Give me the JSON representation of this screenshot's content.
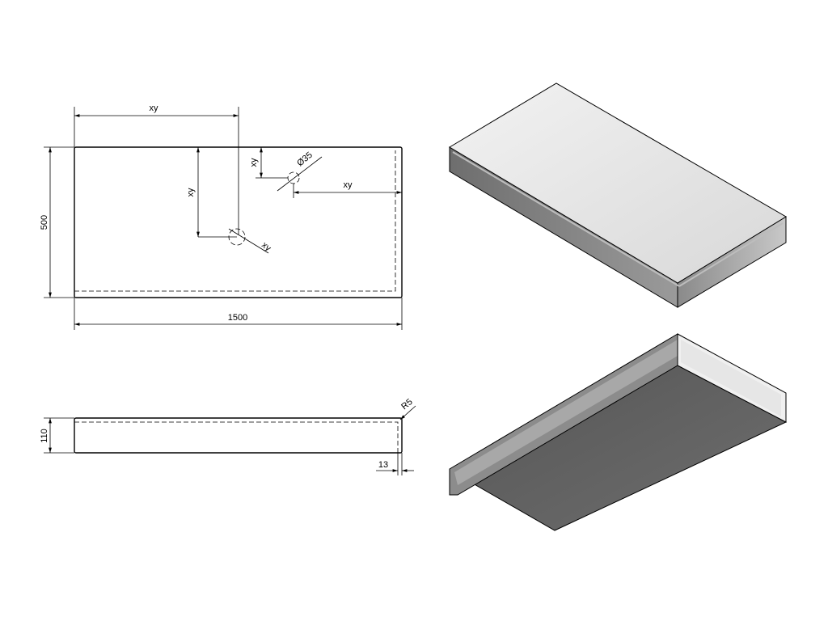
{
  "drawing": {
    "labels": {
      "hole_x_from_left": "xy",
      "hole_y_from_top": "xy",
      "hole_diameter": "xy",
      "small_hole_y": "xy",
      "small_hole_diameter": "Ø35",
      "small_hole_x_from_right": "xy",
      "depth": "500",
      "length": "1500",
      "height": "110",
      "thickness": "13",
      "radius": "R5"
    }
  }
}
